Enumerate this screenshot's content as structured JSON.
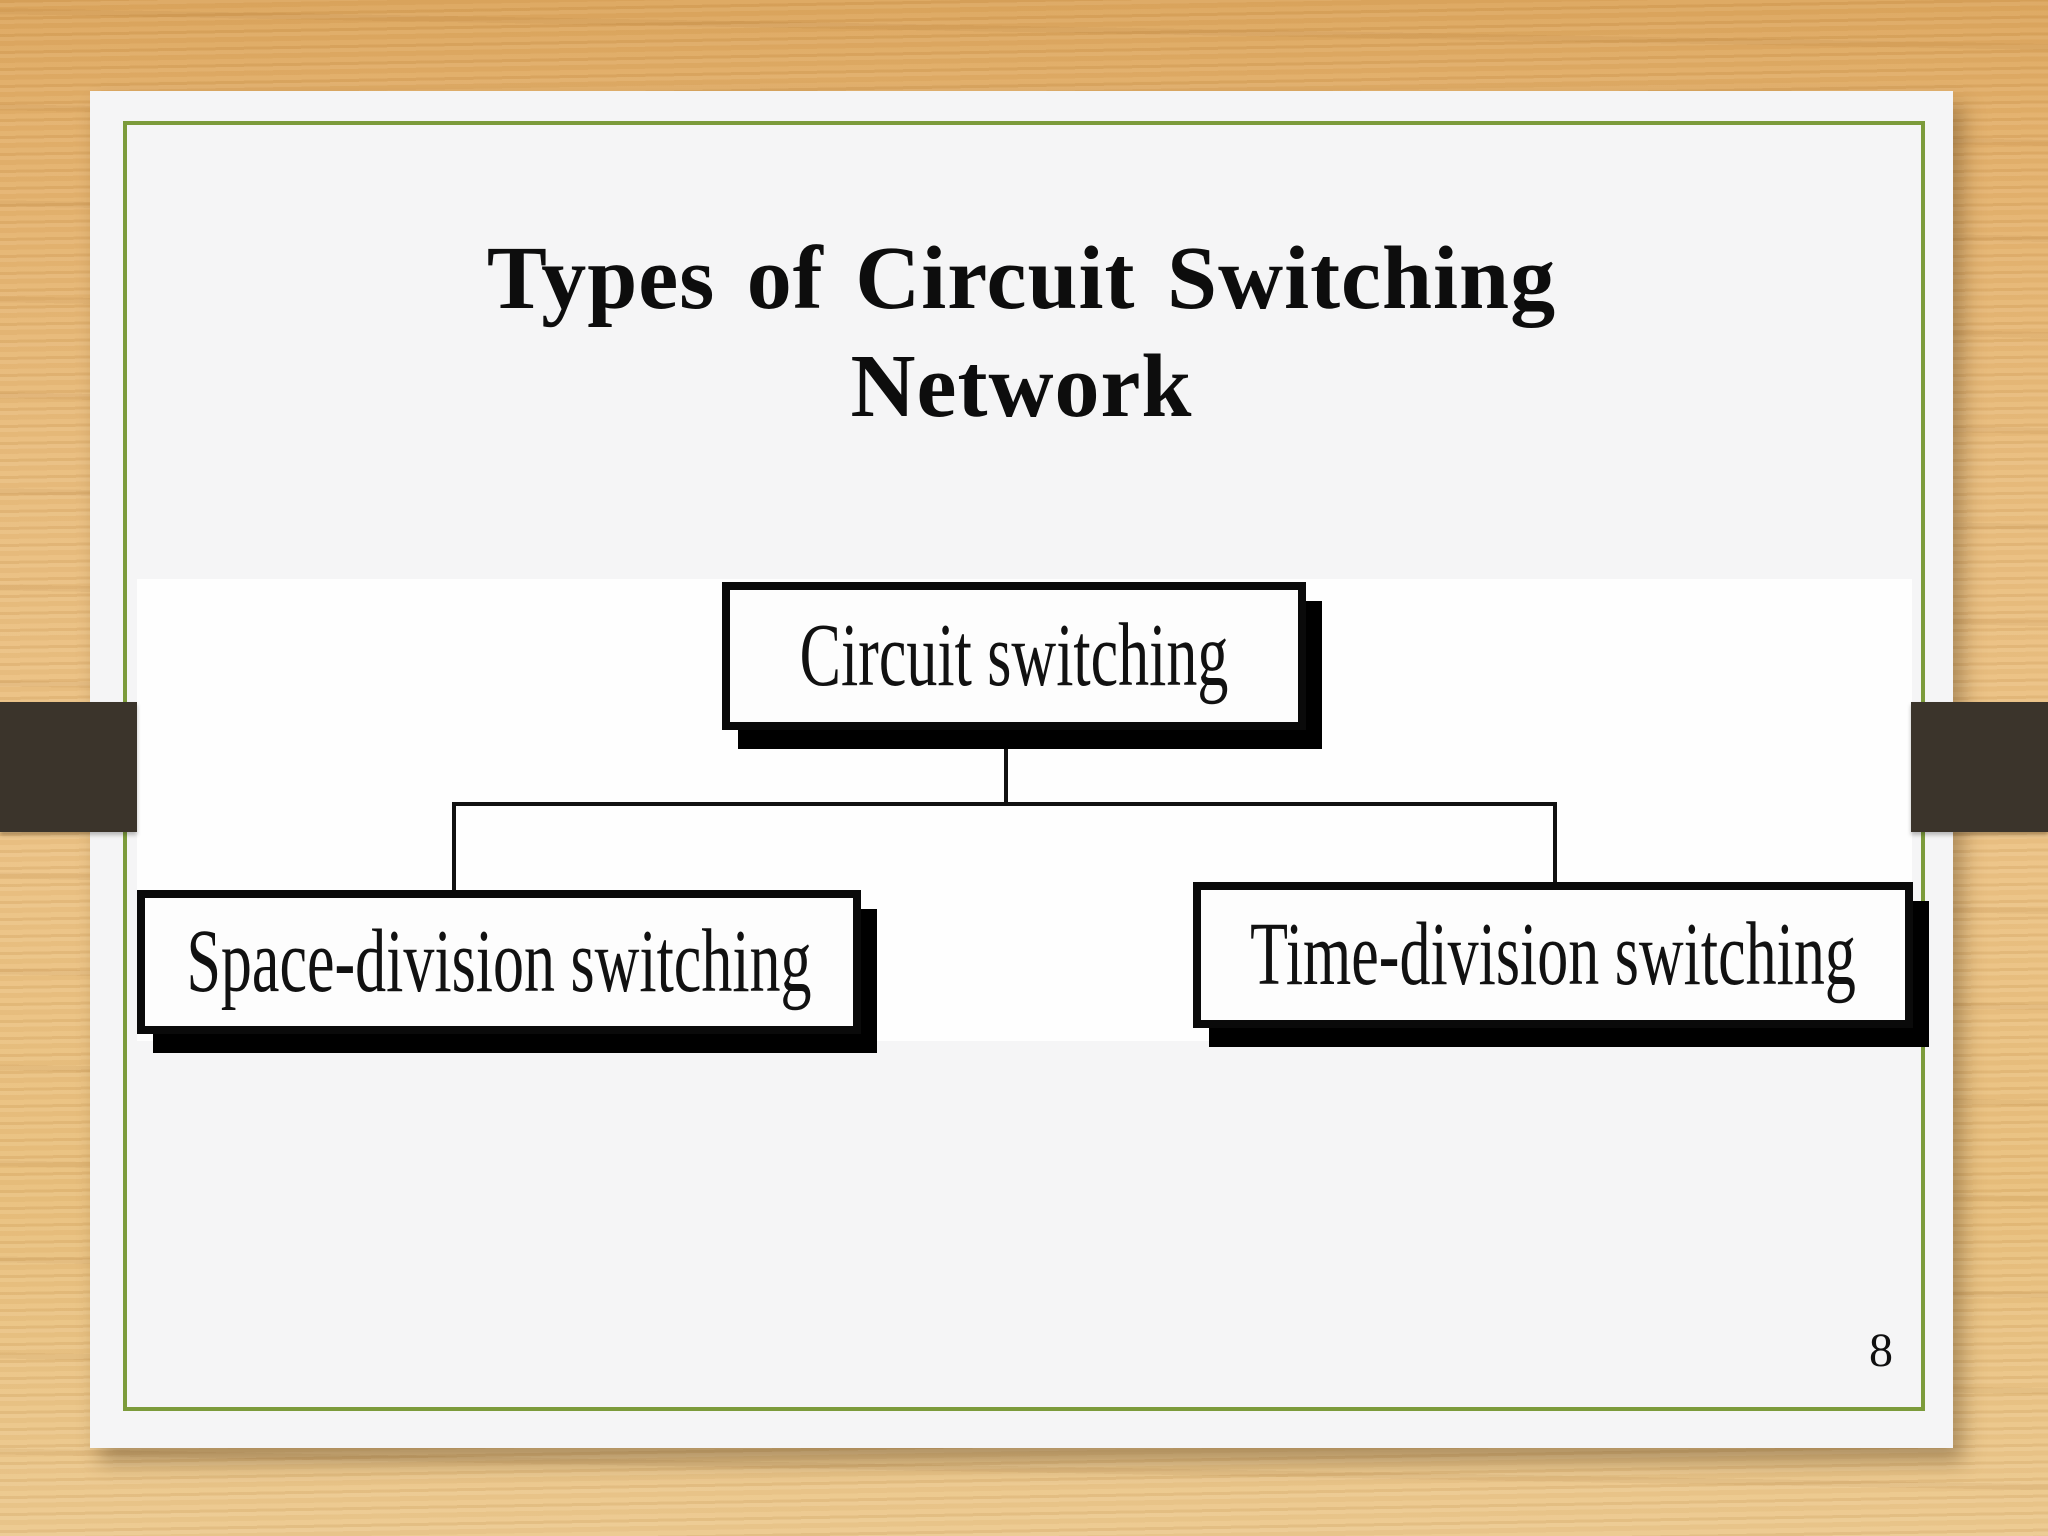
{
  "title": {
    "line1": "Types of Circuit Switching",
    "line2": "Network"
  },
  "page_number": "8",
  "diagram": {
    "type": "tree",
    "nodes": [
      {
        "id": "root",
        "label": "Circuit switching"
      },
      {
        "id": "left",
        "label": "Space-division switching"
      },
      {
        "id": "right",
        "label": "Time-division switching"
      }
    ],
    "edges": [
      [
        "Circuit switching",
        "Space-division switching"
      ],
      [
        "Circuit switching",
        "Time-division switching"
      ]
    ]
  },
  "colors": {
    "slide_border_green": "#7c9b3b",
    "ribbon_brown": "#3b342b",
    "wood_tan": "#e9bd7e",
    "paper": "#f5f5f6",
    "diagram_background": "#fefefe",
    "box_border": "#0a0a0a",
    "text": "#0d0d0d"
  }
}
